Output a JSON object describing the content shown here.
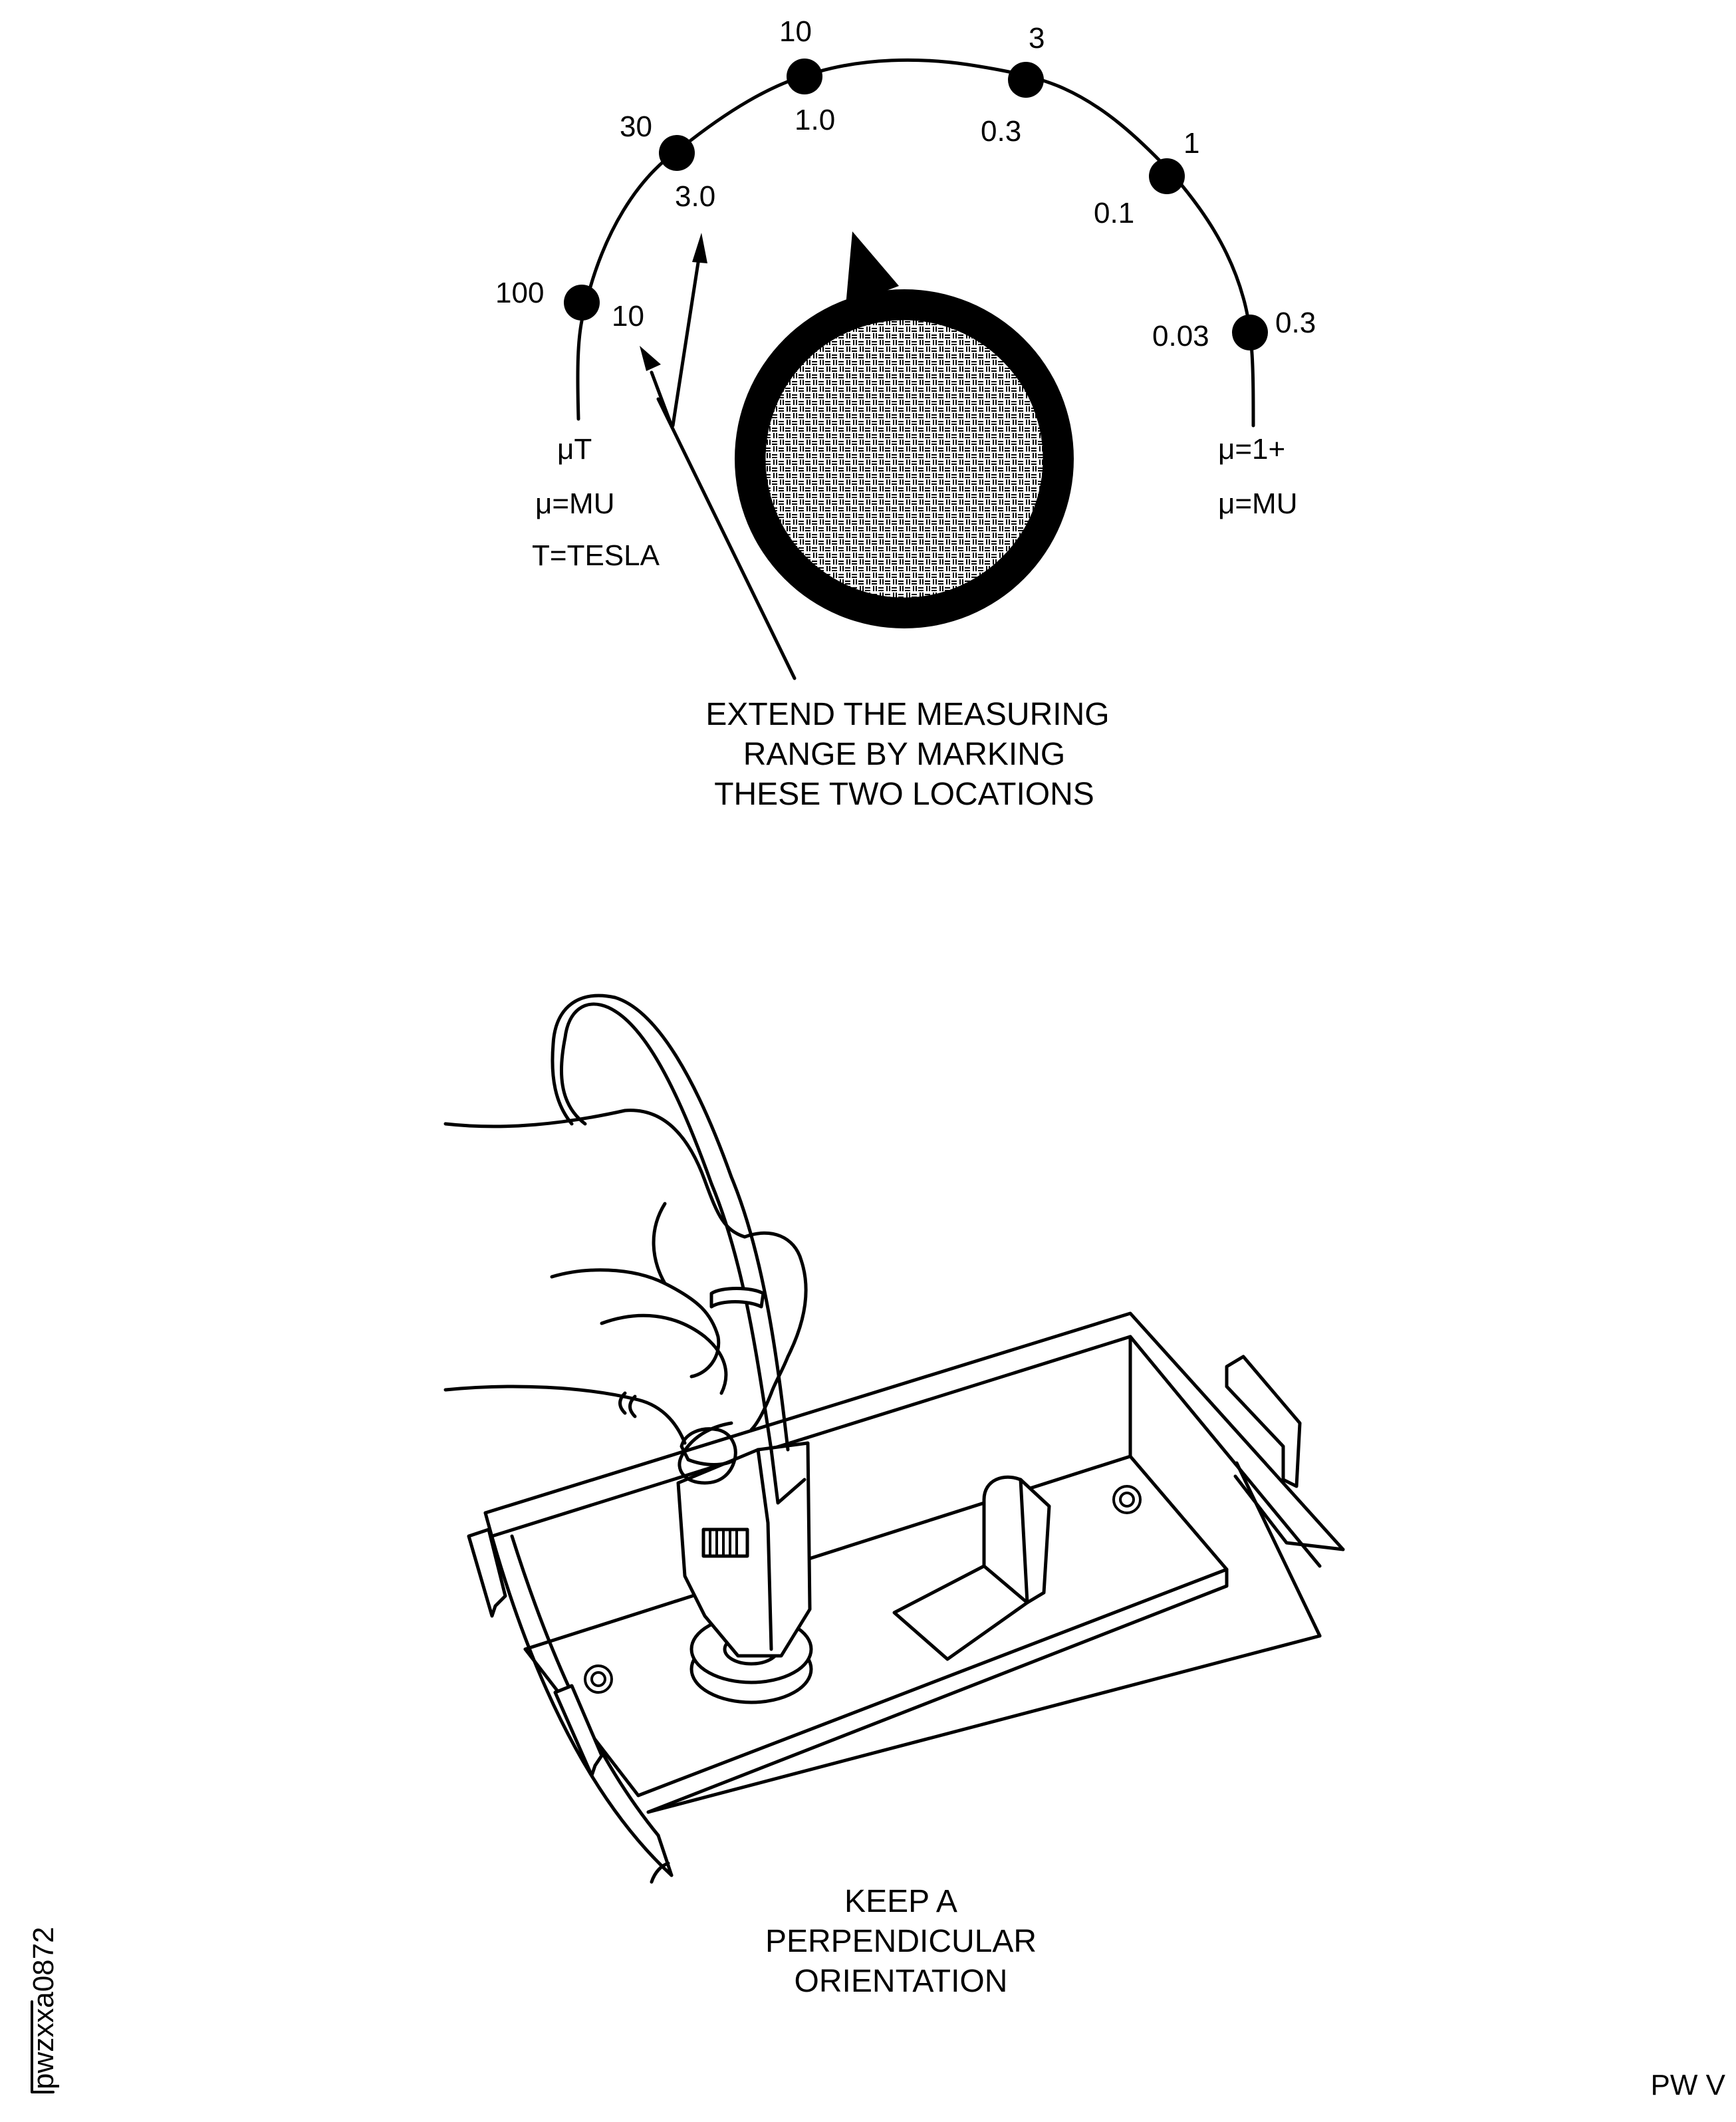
{
  "dial": {
    "left_scale": [
      "100",
      "30",
      "10",
      "3",
      "1",
      "0.3"
    ],
    "right_scale": [
      "10",
      "3.0",
      "1.0",
      "0.3",
      "0.1",
      "0.03"
    ],
    "left_unit": "μT",
    "left_note_1": "μ=MU",
    "left_note_2": "T=TESLA",
    "right_unit": "μ=1+",
    "right_note": "μ=MU"
  },
  "callouts": {
    "extend_1": "EXTEND THE MEASURING",
    "extend_2": "RANGE BY MARKING",
    "extend_3": "THESE TWO LOCATIONS",
    "keep_1": "KEEP A",
    "keep_2": "PERPENDICULAR",
    "keep_3": "ORIENTATION"
  },
  "footer": {
    "figure_id": "pwzxxa0872",
    "corner_code": "PW V"
  }
}
